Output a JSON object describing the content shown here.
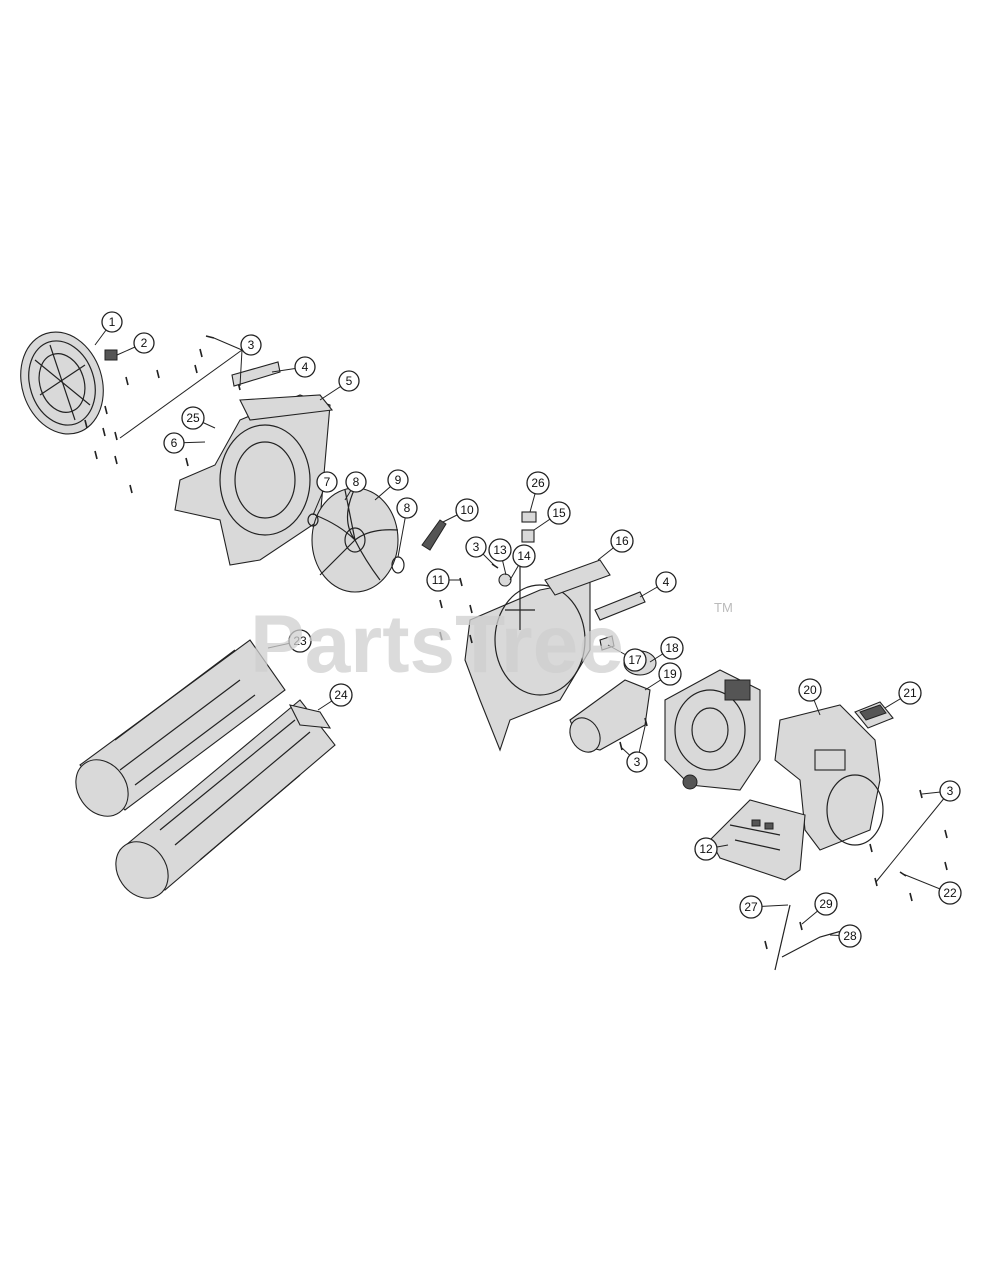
{
  "watermark": {
    "text": "PartsTree",
    "trademark": "TM"
  },
  "callouts": [
    {
      "label": "1"
    },
    {
      "label": "2"
    },
    {
      "label": "3"
    },
    {
      "label": "4"
    },
    {
      "label": "5"
    },
    {
      "label": "25"
    },
    {
      "label": "6"
    },
    {
      "label": "7"
    },
    {
      "label": "8"
    },
    {
      "label": "9"
    },
    {
      "label": "8"
    },
    {
      "label": "10"
    },
    {
      "label": "26"
    },
    {
      "label": "15"
    },
    {
      "label": "16"
    },
    {
      "label": "3"
    },
    {
      "label": "13"
    },
    {
      "label": "14"
    },
    {
      "label": "11"
    },
    {
      "label": "4"
    },
    {
      "label": "23"
    },
    {
      "label": "24"
    },
    {
      "label": "17"
    },
    {
      "label": "18"
    },
    {
      "label": "19"
    },
    {
      "label": "3"
    },
    {
      "label": "20"
    },
    {
      "label": "21"
    },
    {
      "label": "3"
    },
    {
      "label": "12"
    },
    {
      "label": "22"
    },
    {
      "label": "27"
    },
    {
      "label": "29"
    },
    {
      "label": "28"
    }
  ]
}
